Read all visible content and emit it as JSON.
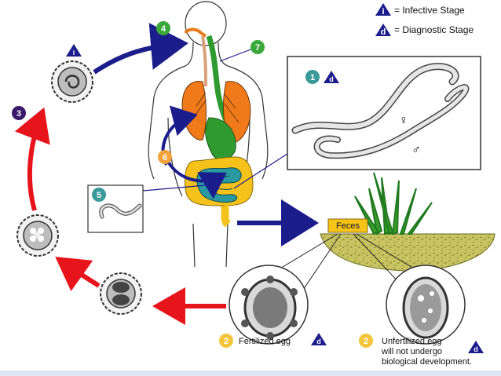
{
  "legend": {
    "infective_letter": "i",
    "infective_text": "= Infective Stage",
    "diagnostic_letter": "d",
    "diagnostic_text": "= Diagnostic Stage"
  },
  "steps": {
    "s1": "1",
    "s2": "2",
    "s3": "3",
    "s4": "4",
    "s5": "5",
    "s6": "6",
    "s7": "7"
  },
  "stage_marks": {
    "infective": "i",
    "diagnostic": "d"
  },
  "labels": {
    "feces": "Feces",
    "fertilized_egg": "Fertilized egg",
    "unfertilized_line1": "Unfertilized egg",
    "unfertilized_line2": "will not undergo",
    "unfertilized_line3": "biological development.",
    "female_symbol": "♀",
    "male_symbol": "♂"
  },
  "colors": {
    "navy": "#1c1d8c",
    "red": "#e8141b",
    "green_badge": "#3aa83a",
    "teal_badge": "#3a9a9a",
    "orange_badge": "#f2a23a",
    "purple_badge": "#3b1a6b",
    "yellow_badge": "#f2c43a",
    "lung": "#f07a1a",
    "gut": "#f4c21a",
    "digestive_green": "#2f9a2f",
    "intestine_teal": "#2a9aa0",
    "feces_box": "#f6c419",
    "soil": "#c9c462"
  }
}
